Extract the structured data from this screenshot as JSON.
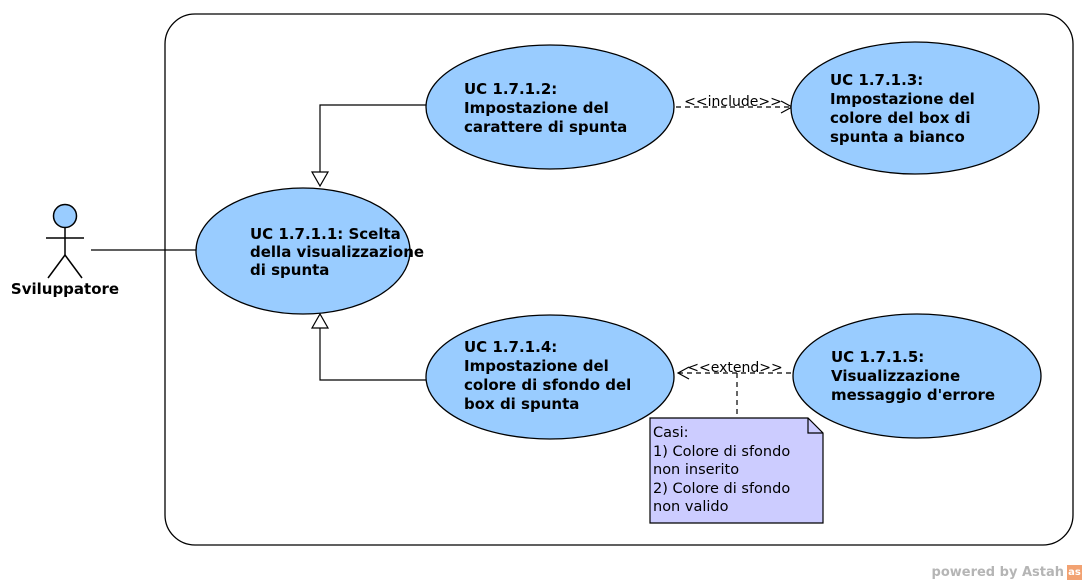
{
  "actor": {
    "name": "Sviluppatore"
  },
  "colors": {
    "usecase_fill": "#99ccff",
    "note_fill": "#ccccff",
    "actor_head_fill": "#99ccff",
    "stroke": "#000000",
    "watermark": "#b5b5b5",
    "watermark_logo": "#f2a272"
  },
  "use_cases": {
    "uc_1_7_1_1": {
      "lines": [
        "UC 1.7.1.1: Scelta",
        "della visualizzazione",
        "di spunta"
      ]
    },
    "uc_1_7_1_2": {
      "lines": [
        "UC 1.7.1.2:",
        "Impostazione del",
        "carattere di spunta"
      ]
    },
    "uc_1_7_1_3": {
      "lines": [
        "UC 1.7.1.3:",
        "Impostazione del",
        "colore del box di",
        "spunta a bianco"
      ]
    },
    "uc_1_7_1_4": {
      "lines": [
        "UC 1.7.1.4:",
        "Impostazione del",
        "colore di sfondo del",
        "box di spunta"
      ]
    },
    "uc_1_7_1_5": {
      "lines": [
        "UC 1.7.1.5:",
        "Visualizzazione",
        "messaggio d'errore"
      ]
    }
  },
  "relations": {
    "include_label": "<<include>>",
    "extend_label": "<<extend>>"
  },
  "note": {
    "lines": [
      "Casi:",
      "1) Colore di sfondo",
      "non inserito",
      "2) Colore di sfondo",
      "non valido"
    ]
  },
  "watermark": {
    "text": "powered by Astah",
    "logo": "as"
  }
}
